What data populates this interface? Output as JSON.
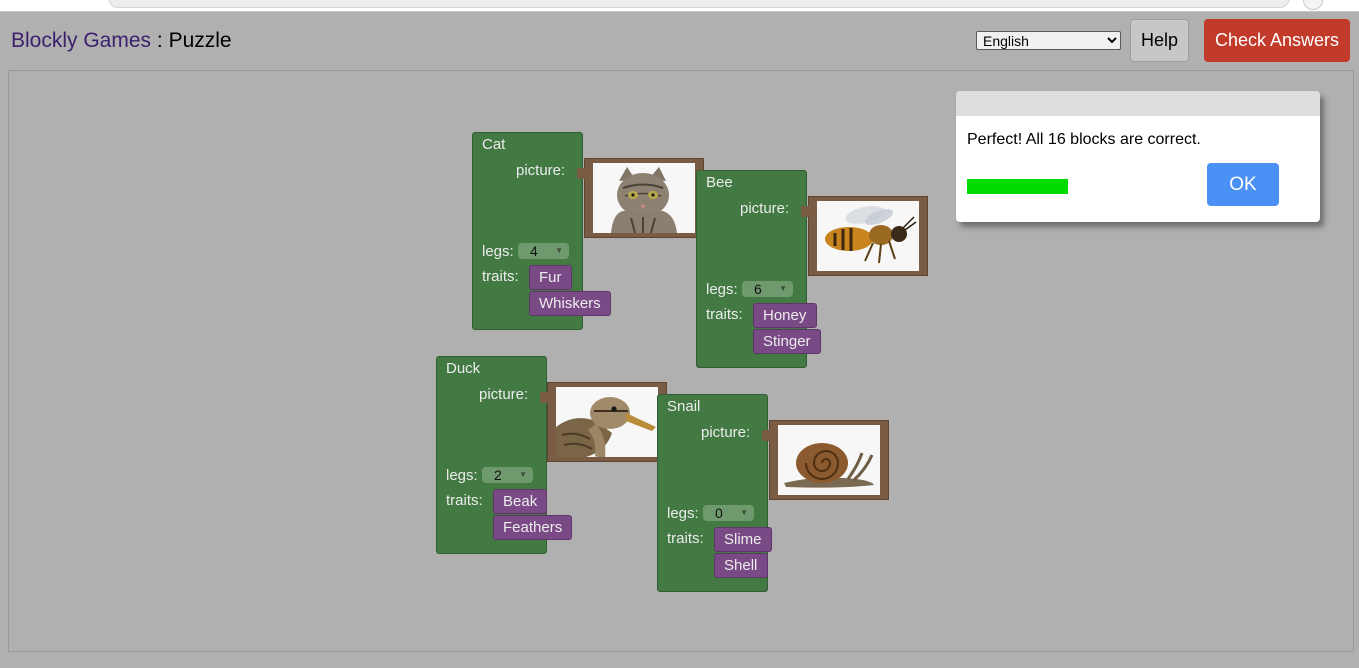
{
  "app": {
    "brand": "Blockly Games",
    "separator": " : ",
    "page": "Puzzle"
  },
  "toolbar": {
    "language_selected": "English",
    "help_label": "Help",
    "check_label": "Check Answers"
  },
  "blocks": [
    {
      "name": "Cat",
      "picture_label": "picture:",
      "legs_label": "legs:",
      "legs": "4",
      "traits_label": "traits:",
      "traits": [
        "Fur",
        "Whiskers"
      ],
      "image": "cat-photo"
    },
    {
      "name": "Bee",
      "picture_label": "picture:",
      "legs_label": "legs:",
      "legs": "6",
      "traits_label": "traits:",
      "traits": [
        "Honey",
        "Stinger"
      ],
      "image": "bee-photo"
    },
    {
      "name": "Duck",
      "picture_label": "picture:",
      "legs_label": "legs:",
      "legs": "2",
      "traits_label": "traits:",
      "traits": [
        "Beak",
        "Feathers"
      ],
      "image": "duck-photo"
    },
    {
      "name": "Snail",
      "picture_label": "picture:",
      "legs_label": "legs:",
      "legs": "0",
      "traits_label": "traits:",
      "traits": [
        "Slime",
        "Shell"
      ],
      "image": "snail-photo"
    }
  ],
  "dialog": {
    "message": "Perfect! All 16 blocks are correct.",
    "progress": 1.0,
    "ok_label": "OK"
  },
  "colors": {
    "block_green": "#437a43",
    "trait_purple": "#7a4a86",
    "picture_brown": "#7a5b43",
    "check_red": "#c13a2a",
    "ok_blue": "#4a90f5",
    "progress_green": "#00dc00",
    "workspace_gray": "#b0b0b0"
  }
}
